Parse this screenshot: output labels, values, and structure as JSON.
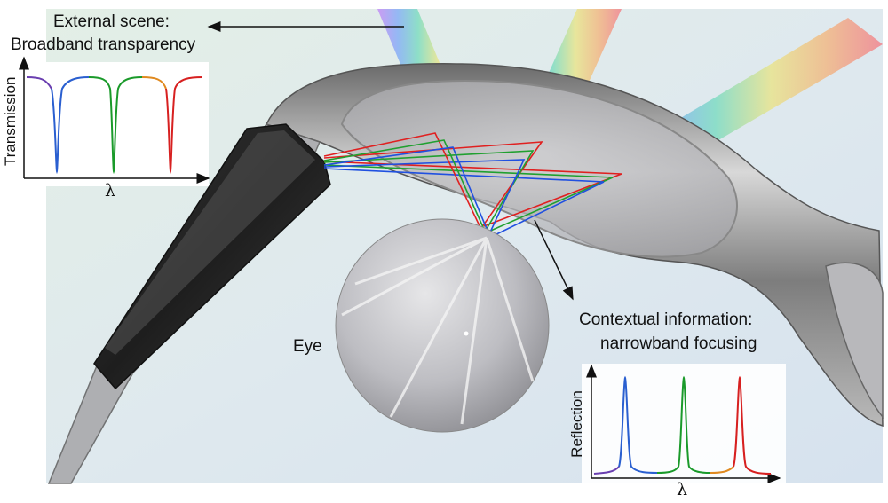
{
  "external_scene": {
    "title_line1": "External scene:",
    "title_line2": "Broadband transparency",
    "y_axis_label": "Transmission",
    "x_axis_label": "λ"
  },
  "contextual_info": {
    "title_line1": "Contextual information:",
    "title_line2": "narrowband focusing",
    "y_axis_label": "Reflection",
    "x_axis_label": "λ"
  },
  "eye_label": "Eye",
  "colors": {
    "blue": "#2a5fd0",
    "green": "#1a9a2a",
    "red": "#d72020",
    "frame_dark": "#2a2a2a",
    "background_tint": "#dde8ee"
  }
}
